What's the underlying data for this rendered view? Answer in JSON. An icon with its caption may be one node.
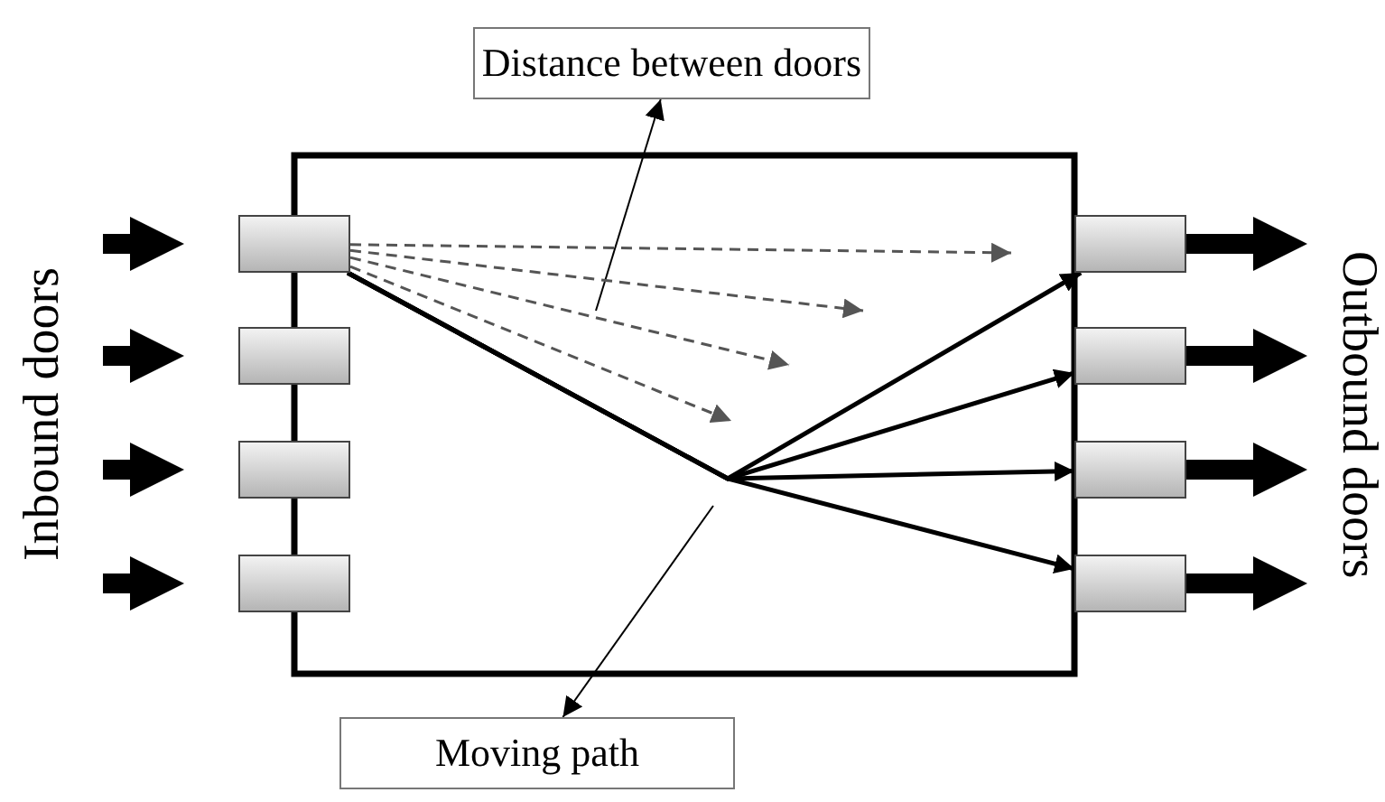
{
  "diagram": {
    "nodes": [
      {
        "text": [
          "Distance between doors"
        ]
      },
      {
        "text": [],
        "shape": "box"
      },
      {
        "text": [],
        "shape": "box"
      },
      {
        "text": [],
        "shape": "box"
      },
      {
        "text": [],
        "shape": "box"
      },
      {
        "text": [],
        "shape": "box"
      },
      {
        "text": [],
        "shape": "box"
      },
      {
        "text": [],
        "shape": "box"
      },
      {
        "text": [],
        "shape": "box"
      },
      {
        "text": [
          "Moving path"
        ]
      }
    ],
    "edges": [
      {
        "from": null,
        "to": 0,
        "arrow": "to"
      },
      {
        "from": null,
        "to": 1,
        "arrow": "to",
        "style": "thick"
      },
      {
        "from": null,
        "to": 2,
        "arrow": "to",
        "style": "thick"
      },
      {
        "from": null,
        "to": 3,
        "arrow": "to",
        "style": "thick"
      },
      {
        "from": null,
        "to": 4,
        "arrow": "to",
        "style": "thick"
      },
      {
        "from": 5,
        "to": null,
        "arrow": "to",
        "style": "thick"
      },
      {
        "from": 6,
        "to": null,
        "arrow": "to",
        "style": "thick"
      },
      {
        "from": 7,
        "to": null,
        "arrow": "to",
        "style": "thick"
      },
      {
        "from": 8,
        "to": null,
        "arrow": "to",
        "style": "thick"
      },
      {
        "from": 1,
        "to": 5,
        "arrow": "to"
      },
      {
        "from": 1,
        "to": 6,
        "arrow": "to"
      },
      {
        "from": 1,
        "to": 7,
        "arrow": "to"
      },
      {
        "from": 1,
        "to": 8,
        "arrow": "to"
      },
      {
        "from": 1,
        "to": null,
        "arrow": "to",
        "style": "dashed",
        "color": "#555555"
      },
      {
        "from": 1,
        "to": null,
        "arrow": "to",
        "style": "dashed",
        "color": "#555555"
      },
      {
        "from": 1,
        "to": null,
        "arrow": "to",
        "style": "dashed",
        "color": "#555555"
      },
      {
        "from": 1,
        "to": null,
        "arrow": "to",
        "style": "dashed",
        "color": "#555555"
      },
      {
        "from": null,
        "to": 9,
        "arrow": "to"
      }
    ],
    "labels": [
      "Inbound doors",
      "Outbound doors"
    ]
  }
}
